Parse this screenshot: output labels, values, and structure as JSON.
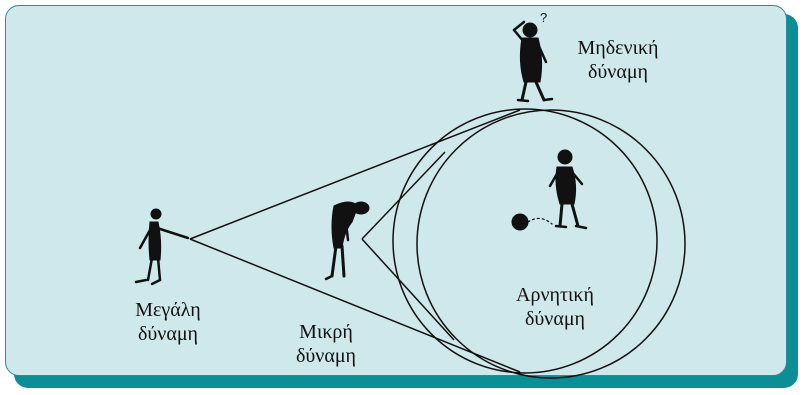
{
  "colors": {
    "background": "#cfe8ec",
    "frame_shadow": "#0b8e96",
    "ink": "#111111"
  },
  "labels": {
    "large_force": [
      "Μεγάλη",
      "δύναμη"
    ],
    "small_force": [
      "Μικρή",
      "δύναμη"
    ],
    "zero_force": [
      "Μηδενική",
      "δύναμη"
    ],
    "negative_force": [
      "Αρνητική",
      "δύναμη"
    ]
  },
  "figures": {
    "person_large_force": "pointing-person-icon",
    "person_small_force": "bending-person-icon",
    "person_zero_force": "scratching-head-person-icon",
    "person_negative_force": "person-with-ball-icon"
  }
}
